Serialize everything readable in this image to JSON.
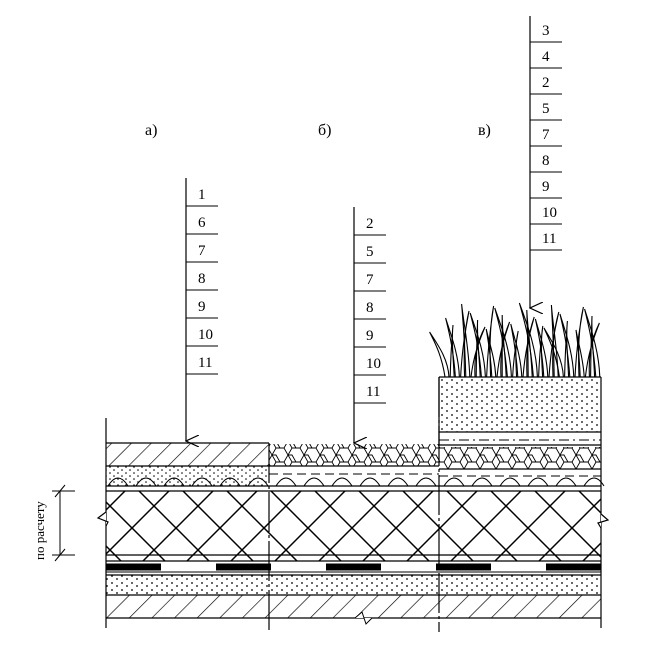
{
  "variants": [
    {
      "label": "а)",
      "layers": [
        "1",
        "6",
        "7",
        "8",
        "9",
        "10",
        "11"
      ]
    },
    {
      "label": "б)",
      "layers": [
        "2",
        "5",
        "7",
        "8",
        "9",
        "10",
        "11"
      ]
    },
    {
      "label": "в)",
      "layers": [
        "3",
        "4",
        "2",
        "5",
        "7",
        "8",
        "9",
        "10",
        "11"
      ]
    }
  ],
  "dimension_label": "по расчету"
}
